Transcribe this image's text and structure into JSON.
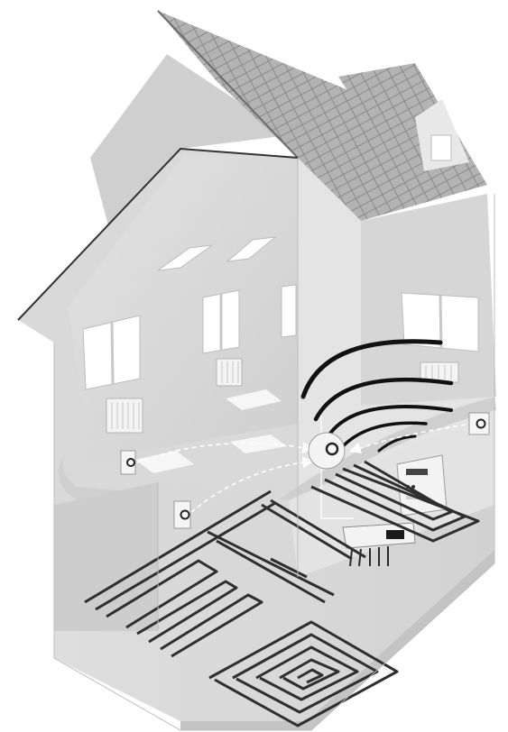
{
  "diagram": {
    "subject": "house-cutaway-underfloor-heating-wireless-control",
    "colors": {
      "background": "#ffffff",
      "wall_light": "#e6e6e6",
      "wall_mid": "#d4d4d4",
      "wall_dark": "#bcbcbc",
      "floor": "#dcdcdc",
      "roof_tile": "#a9a9a9",
      "roof_line": "#7a7a7a",
      "window": "#ffffff",
      "pipe": "#3a3a3a",
      "signal": "#111111",
      "arrow": "#ffffff"
    },
    "components": [
      {
        "name": "room-thermostat",
        "icon": "thermostat-icon"
      },
      {
        "name": "wireless-receiver-hub",
        "icon": "hub-icon"
      },
      {
        "name": "control-unit",
        "icon": "controller-icon"
      },
      {
        "name": "manifold",
        "icon": "manifold-icon"
      },
      {
        "name": "floor-heating-loop",
        "icon": "pipe-loop-icon"
      },
      {
        "name": "radiator",
        "icon": "radiator-icon"
      }
    ]
  }
}
